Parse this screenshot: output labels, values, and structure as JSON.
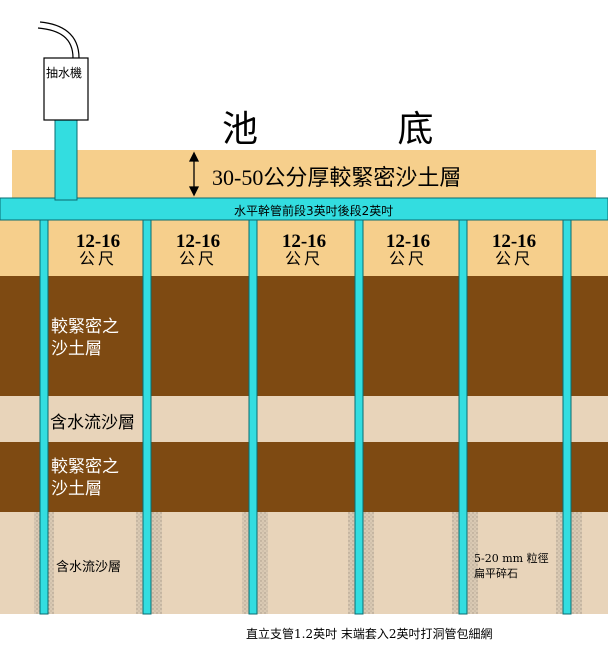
{
  "pump": {
    "label": "抽水機"
  },
  "pool": {
    "title": "池 底"
  },
  "top_layer": {
    "label": "30-50公分厚較緊密沙土層"
  },
  "horizontal_pipe": {
    "label": "水平幹管前段3英吋後段2英吋"
  },
  "spacing": {
    "value": "12-16",
    "unit": "公尺"
  },
  "layers": {
    "dense_upper": {
      "line1": "較緊密之",
      "line2": "沙土層"
    },
    "aquifer_upper": {
      "label": "含水流沙層"
    },
    "dense_lower": {
      "line1": "較緊密之",
      "line2": "沙土層"
    },
    "aquifer_lower": {
      "label": "含水流沙層"
    }
  },
  "gravel": {
    "line1": "5-20 mm 粒徑",
    "line2": "扁平碎石"
  },
  "footer": {
    "caption": "直立支管1.2英吋 末端套入2英吋打洞管包細網"
  },
  "colors": {
    "pipe": "#33DDE0",
    "sand_light": "#F6CF8C",
    "dense_soil": "#7E4A12",
    "aquifer": "#E8D4BA",
    "gravel": "#D8C8B2"
  }
}
